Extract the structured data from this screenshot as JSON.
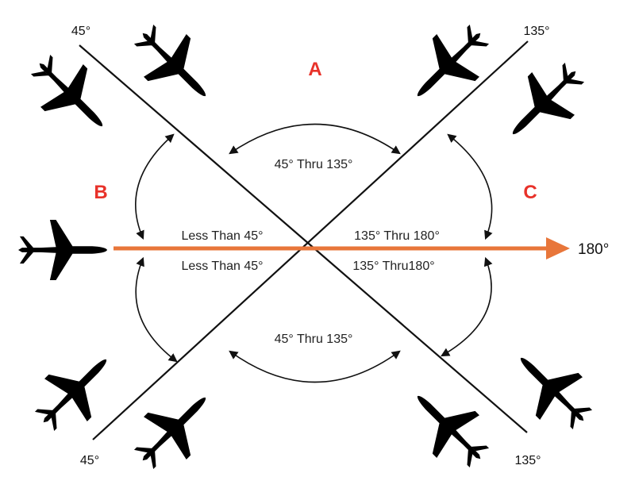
{
  "regions": {
    "a": "A",
    "b": "B",
    "c": "C"
  },
  "corner_labels": {
    "top_left": "45°",
    "top_right": "135°",
    "bottom_left": "45°",
    "bottom_right": "135°"
  },
  "heading_label": "180°",
  "angle_ranges": {
    "top": "45° Thru 135°",
    "bottom": "45° Thru 135°",
    "left_upper": "Less Than 45°",
    "left_lower": "Less Than 45°",
    "right_upper": "135° Thru 180°",
    "right_lower": "135° Thru180°"
  },
  "colors": {
    "region_label": "#e8322a",
    "heading_arrow": "#e8763a",
    "line": "#111111",
    "aircraft": "#000000"
  },
  "icons": {
    "aircraft": "airplane-silhouette-icon",
    "heading": "arrow-right-icon"
  }
}
